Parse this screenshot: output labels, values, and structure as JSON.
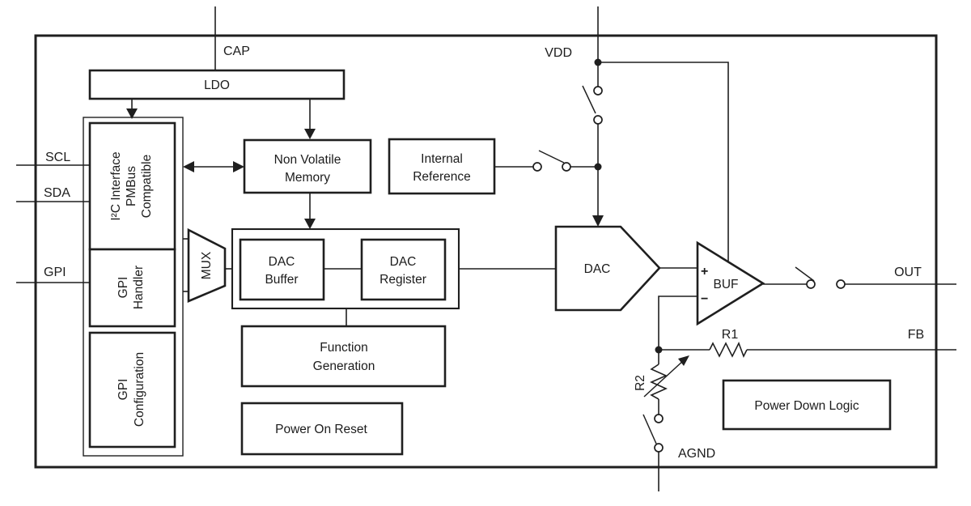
{
  "diagram": {
    "pins": {
      "cap": "CAP",
      "vdd": "VDD",
      "scl": "SCL",
      "sda": "SDA",
      "gpi": "GPI",
      "out": "OUT",
      "fb": "FB",
      "agnd": "AGND"
    },
    "blocks": {
      "ldo": "LDO",
      "i2c": {
        "line1": "I²C Interface",
        "line2": "PMBus",
        "line3": "Compatible"
      },
      "gpi_handler": {
        "line1": "GPI",
        "line2": "Handler"
      },
      "gpi_configuration": {
        "line1": "GPI",
        "line2": "Configuration"
      },
      "mux": "MUX",
      "non_volatile_memory": {
        "line1": "Non Volatile",
        "line2": "Memory"
      },
      "internal_reference": {
        "line1": "Internal",
        "line2": "Reference"
      },
      "dac_buffer": {
        "line1": "DAC",
        "line2": "Buffer"
      },
      "dac_register": {
        "line1": "DAC",
        "line2": "Register"
      },
      "function_generation": {
        "line1": "Function",
        "line2": "Generation"
      },
      "power_on_reset": "Power On Reset",
      "power_down_logic": "Power Down Logic",
      "dac": "DAC",
      "buf": "BUF"
    },
    "components": {
      "r1": "R1",
      "r2": "R2",
      "buf_plus": "+",
      "buf_minus": "−"
    },
    "colors": {
      "line": "#1f1f1f",
      "background": "#ffffff"
    }
  }
}
